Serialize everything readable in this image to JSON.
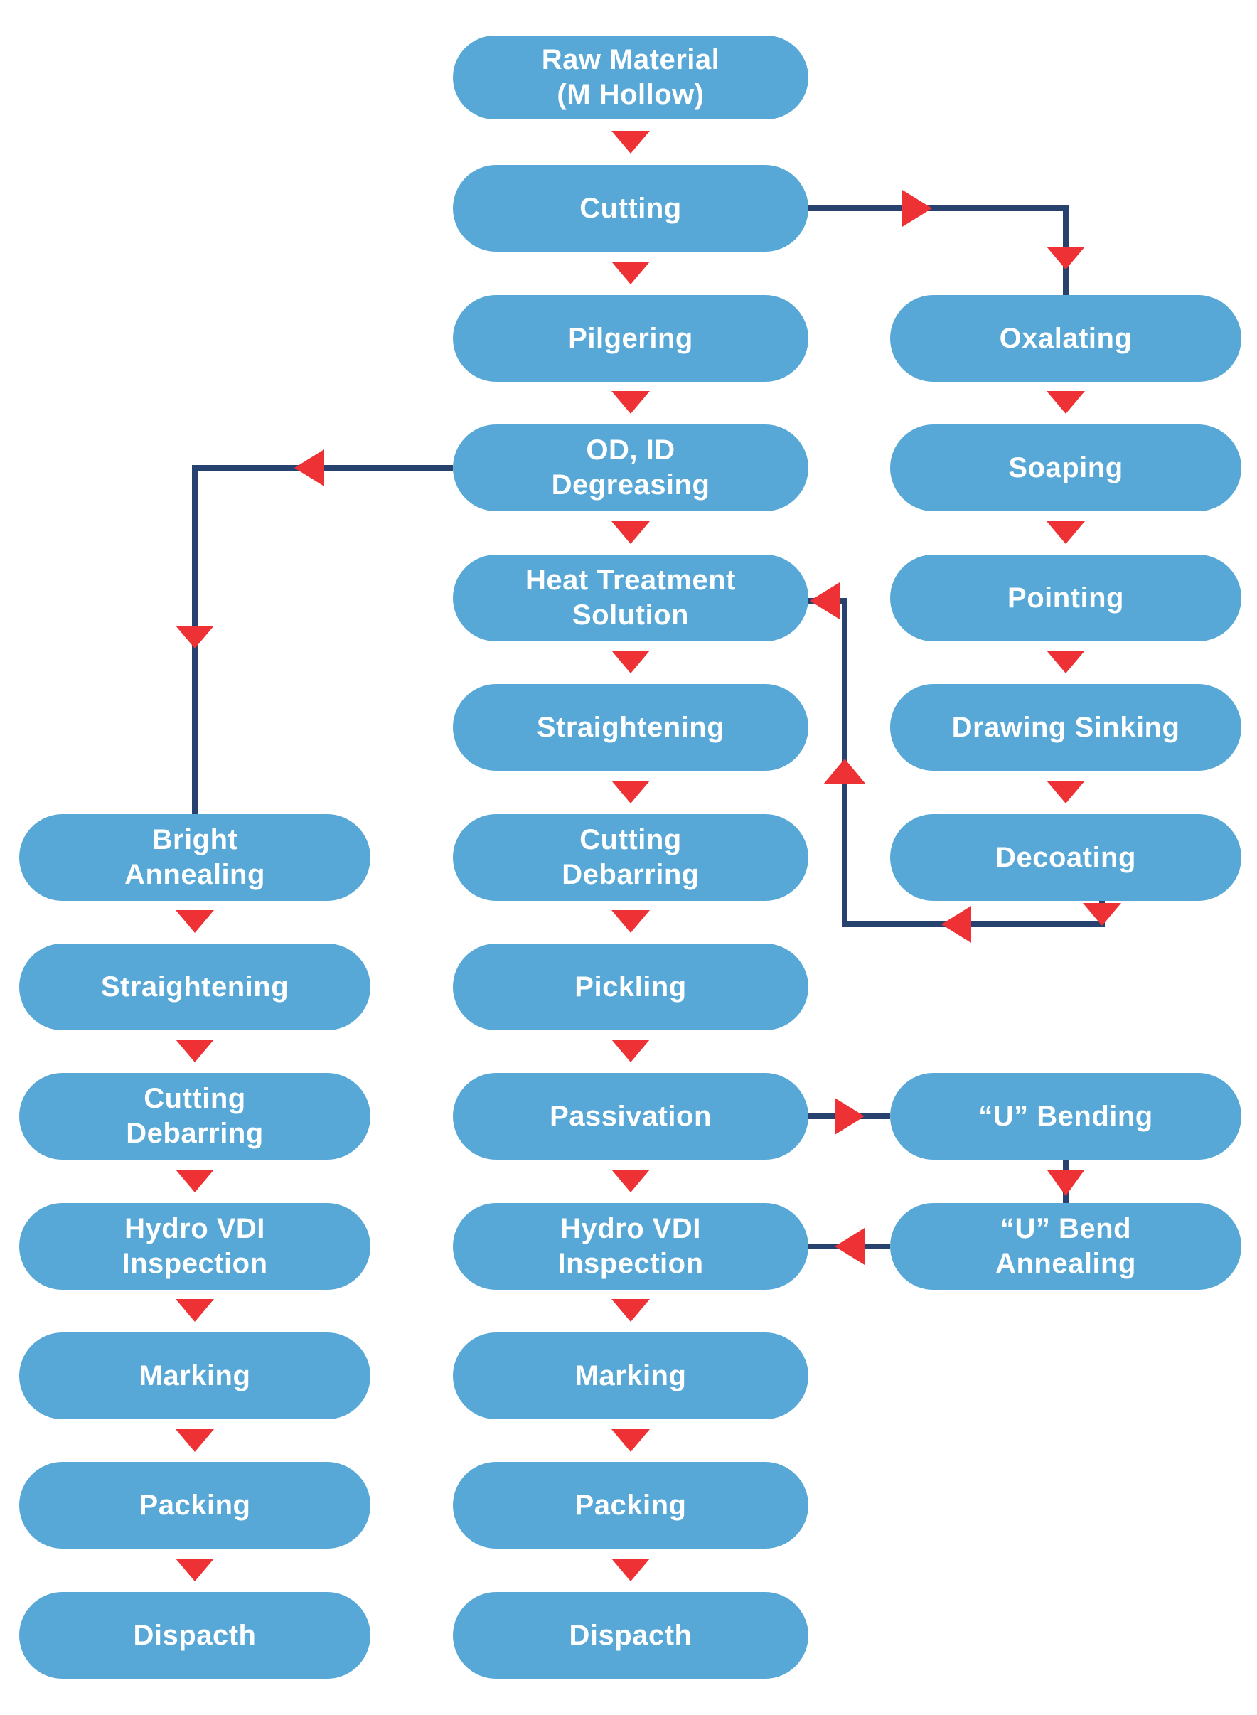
{
  "colors": {
    "node_blue": "#57A8D6",
    "line_navy": "#27426F",
    "arrow_red": "#EE3134",
    "text_white": "#FFFFFF",
    "background": "#FFFFFF"
  },
  "columns": {
    "center": [
      "Raw Material\n(M Hollow)",
      "Cutting",
      "Pilgering",
      "OD, ID\nDegreasing",
      "Heat Treatment\nSolution",
      "Straightening",
      "Cutting\nDebarring",
      "Pickling",
      "Passivation",
      "Hydro VDI\nInspection",
      "Marking",
      "Packing",
      "Dispacth"
    ],
    "right": [
      "Oxalating",
      "Soaping",
      "Pointing",
      "Drawing Sinking",
      "Decoating",
      "“U” Bending",
      "“U” Bend\nAnnealing"
    ],
    "left": [
      "Bright\nAnnealing",
      "Straightening",
      "Cutting\nDebarring",
      "Hydro VDI\nInspection",
      "Marking",
      "Packing",
      "Dispacth"
    ]
  },
  "edges": [
    {
      "from": "Raw Material (M Hollow)",
      "to": "Cutting"
    },
    {
      "from": "Cutting",
      "to": "Pilgering"
    },
    {
      "from": "Pilgering",
      "to": "OD, ID Degreasing"
    },
    {
      "from": "OD, ID Degreasing",
      "to": "Heat Treatment Solution"
    },
    {
      "from": "Heat Treatment Solution",
      "to": "Straightening"
    },
    {
      "from": "Straightening",
      "to": "Cutting Debarring"
    },
    {
      "from": "Cutting Debarring",
      "to": "Pickling"
    },
    {
      "from": "Pickling",
      "to": "Passivation"
    },
    {
      "from": "Passivation",
      "to": "Hydro VDI Inspection"
    },
    {
      "from": "Hydro VDI Inspection",
      "to": "Marking"
    },
    {
      "from": "Marking",
      "to": "Packing"
    },
    {
      "from": "Packing",
      "to": "Dispacth"
    },
    {
      "from": "Cutting",
      "to": "Oxalating"
    },
    {
      "from": "Oxalating",
      "to": "Soaping"
    },
    {
      "from": "Soaping",
      "to": "Pointing"
    },
    {
      "from": "Pointing",
      "to": "Drawing Sinking"
    },
    {
      "from": "Drawing Sinking",
      "to": "Decoating"
    },
    {
      "from": "Decoating",
      "to": "Heat Treatment Solution"
    },
    {
      "from": "OD, ID Degreasing",
      "to": "Bright Annealing"
    },
    {
      "from": "Bright Annealing",
      "to": "Straightening (left)"
    },
    {
      "from": "Straightening (left)",
      "to": "Cutting Debarring (left)"
    },
    {
      "from": "Cutting Debarring (left)",
      "to": "Hydro VDI Inspection (left)"
    },
    {
      "from": "Hydro VDI Inspection (left)",
      "to": "Marking (left)"
    },
    {
      "from": "Marking (left)",
      "to": "Packing (left)"
    },
    {
      "from": "Packing (left)",
      "to": "Dispacth (left)"
    },
    {
      "from": "Passivation",
      "to": "“U” Bending"
    },
    {
      "from": "“U” Bending",
      "to": "“U” Bend Annealing"
    },
    {
      "from": "“U” Bend Annealing",
      "to": "Hydro VDI Inspection"
    }
  ]
}
